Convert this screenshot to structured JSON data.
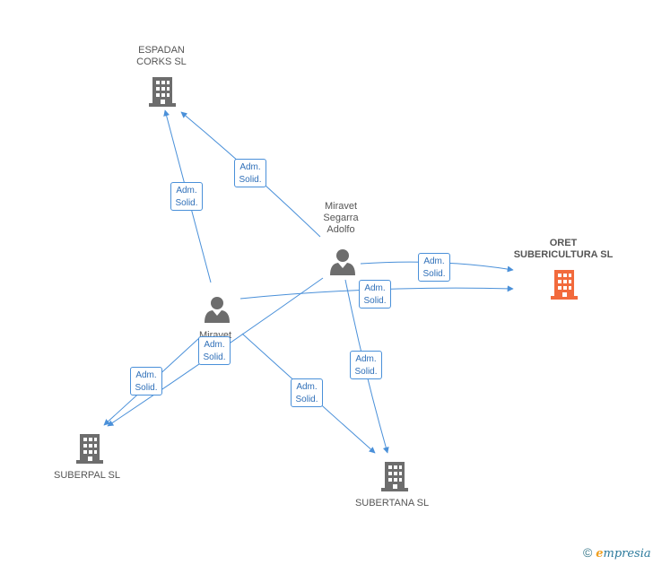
{
  "colors": {
    "edge": "#4a90d9",
    "company": "#6d6d6d",
    "focal_company": "#f26a3c",
    "person": "#6d6d6d"
  },
  "nodes": {
    "espadan": {
      "label": "ESPADAN\nCORKS SL",
      "icon": "building-icon"
    },
    "oret": {
      "label": "ORET\nSUBERICULTURA SL",
      "icon": "building-icon"
    },
    "miravet_adolfo": {
      "label": "Miravet\nSegarra\nAdolfo",
      "icon": "person-icon"
    },
    "miravet_h": {
      "label": "Miravet\nS...\nH...",
      "icon": "person-icon"
    },
    "suberpal": {
      "label": "SUBERPAL SL",
      "icon": "building-icon"
    },
    "subertana": {
      "label": "SUBERTANA SL",
      "icon": "building-icon"
    }
  },
  "edge_labels": [
    "Adm.\nSolid.",
    "Adm.\nSolid.",
    "Adm.\nSolid.",
    "Adm.\nSolid.",
    "Adm.\nSolid.",
    "Adm.\nSolid.",
    "Adm.\nSolid.",
    "Adm.\nSolid."
  ],
  "footer": {
    "copyright": "©",
    "brand_e": "e",
    "brand_rest": "mpresia"
  }
}
